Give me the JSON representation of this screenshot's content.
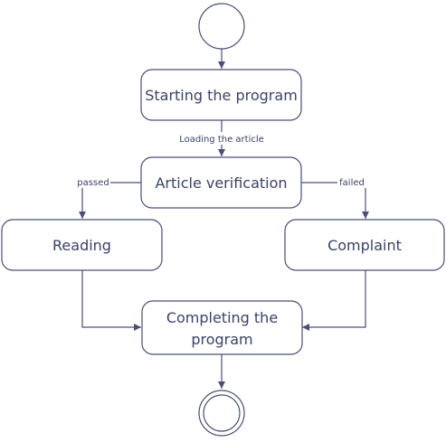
{
  "colors": {
    "stroke": "#4a4f73",
    "text": "#3b4266",
    "fill": "#ffffff"
  },
  "nodes": {
    "start": "Starting the program",
    "verification": "Article verification",
    "reading": "Reading",
    "complaint": "Complaint",
    "completing_line1": "Completing the",
    "completing_line2": "program"
  },
  "edges": {
    "loading": "Loading the article",
    "passed": "passed",
    "failed": "failed"
  }
}
